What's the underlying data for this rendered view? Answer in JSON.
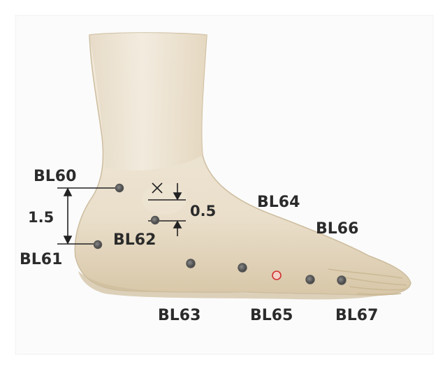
{
  "points": [
    {
      "id": "bl60",
      "label": "BL60",
      "color": "#3a3a3a"
    },
    {
      "id": "bl61",
      "label": "BL61",
      "color": "#3a3a3a"
    },
    {
      "id": "bl62",
      "label": "BL62",
      "color": "#3a3a3a"
    },
    {
      "id": "bl63",
      "label": "BL63",
      "color": "#3a3a3a"
    },
    {
      "id": "bl64",
      "label": "BL64",
      "color": "#3a3a3a"
    },
    {
      "id": "bl65",
      "label": "BL65",
      "color": "#d03030"
    },
    {
      "id": "bl66",
      "label": "BL66",
      "color": "#3a3a3a"
    },
    {
      "id": "bl67",
      "label": "BL67",
      "color": "#3a3a3a"
    }
  ],
  "measurements": {
    "heel_span": "1.5",
    "ankle_span": "0.5"
  },
  "colors": {
    "skin": "#efe6d6",
    "skin_shadow": "#d9c9ad",
    "outline": "#c9b896",
    "point_ring": "#555555"
  }
}
